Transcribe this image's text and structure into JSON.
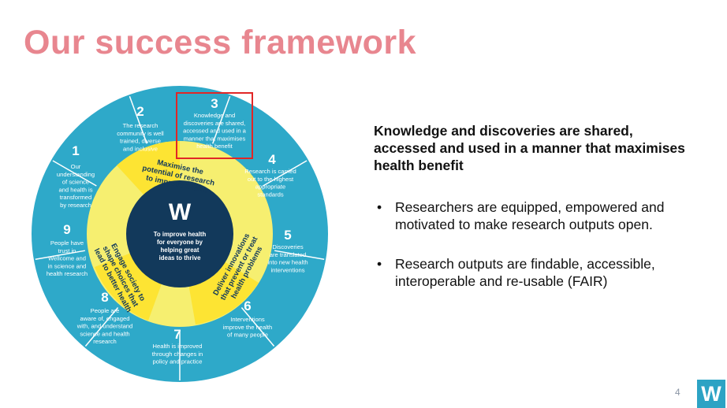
{
  "slide": {
    "title": "Our success framework",
    "headline": "Knowledge and discoveries are shared, accessed and used in a manner that maximises health benefit",
    "bullets": [
      "Researchers are equipped, empowered and motivated to make research outputs open.",
      "Research outputs are findable, accessible, interoperable and re-usable (FAIR)"
    ],
    "bullet_symbol": "•",
    "page_number": "4",
    "logo_letter": "W"
  },
  "wheel": {
    "colors": {
      "outer": "#2ea9c9",
      "inner_ring": "#f6ef70",
      "core": "#12395b",
      "highlight": "#e12626"
    },
    "center": {
      "logo": "W",
      "lines": [
        "To improve health",
        "for everyone by",
        "helping great",
        "ideas to thrive"
      ]
    },
    "segments": [
      {
        "number": "1",
        "lines": [
          "Our",
          "understanding",
          "of science",
          "and health is",
          "transformed",
          "by research"
        ]
      },
      {
        "number": "2",
        "lines": [
          "The research",
          "community is well",
          "trained, diverse",
          "and inclusive"
        ]
      },
      {
        "number": "3",
        "lines": [
          "Knowledge and",
          "discoveries are shared,",
          "accessed and used in a",
          "manner that maximises",
          "health benefit"
        ]
      },
      {
        "number": "4",
        "lines": [
          "Research is carried",
          "out to the highest",
          "appropriate",
          "standards"
        ]
      },
      {
        "number": "5",
        "lines": [
          "Discoveries",
          "are translated",
          "into new health",
          "interventions"
        ]
      },
      {
        "number": "6",
        "lines": [
          "Interventions",
          "improve the health",
          "of many people"
        ]
      },
      {
        "number": "7",
        "lines": [
          "Health is improved",
          "through changes in",
          "policy and practice"
        ]
      },
      {
        "number": "8",
        "lines": [
          "People are",
          "aware of, engaged",
          "with, and understand",
          "science and health",
          "research"
        ]
      },
      {
        "number": "9",
        "lines": [
          "People have",
          "trust in",
          "Wellcome and",
          "in science and",
          "health research"
        ]
      }
    ],
    "inner_labels": [
      {
        "lines": [
          "Maximise the",
          "potential of research",
          "to improve health"
        ]
      },
      {
        "lines": [
          "Deliver innovations",
          "that prevent or treat",
          "health problems"
        ]
      },
      {
        "lines": [
          "Engage society to",
          "shape choices that",
          "lead to better health"
        ]
      }
    ]
  }
}
